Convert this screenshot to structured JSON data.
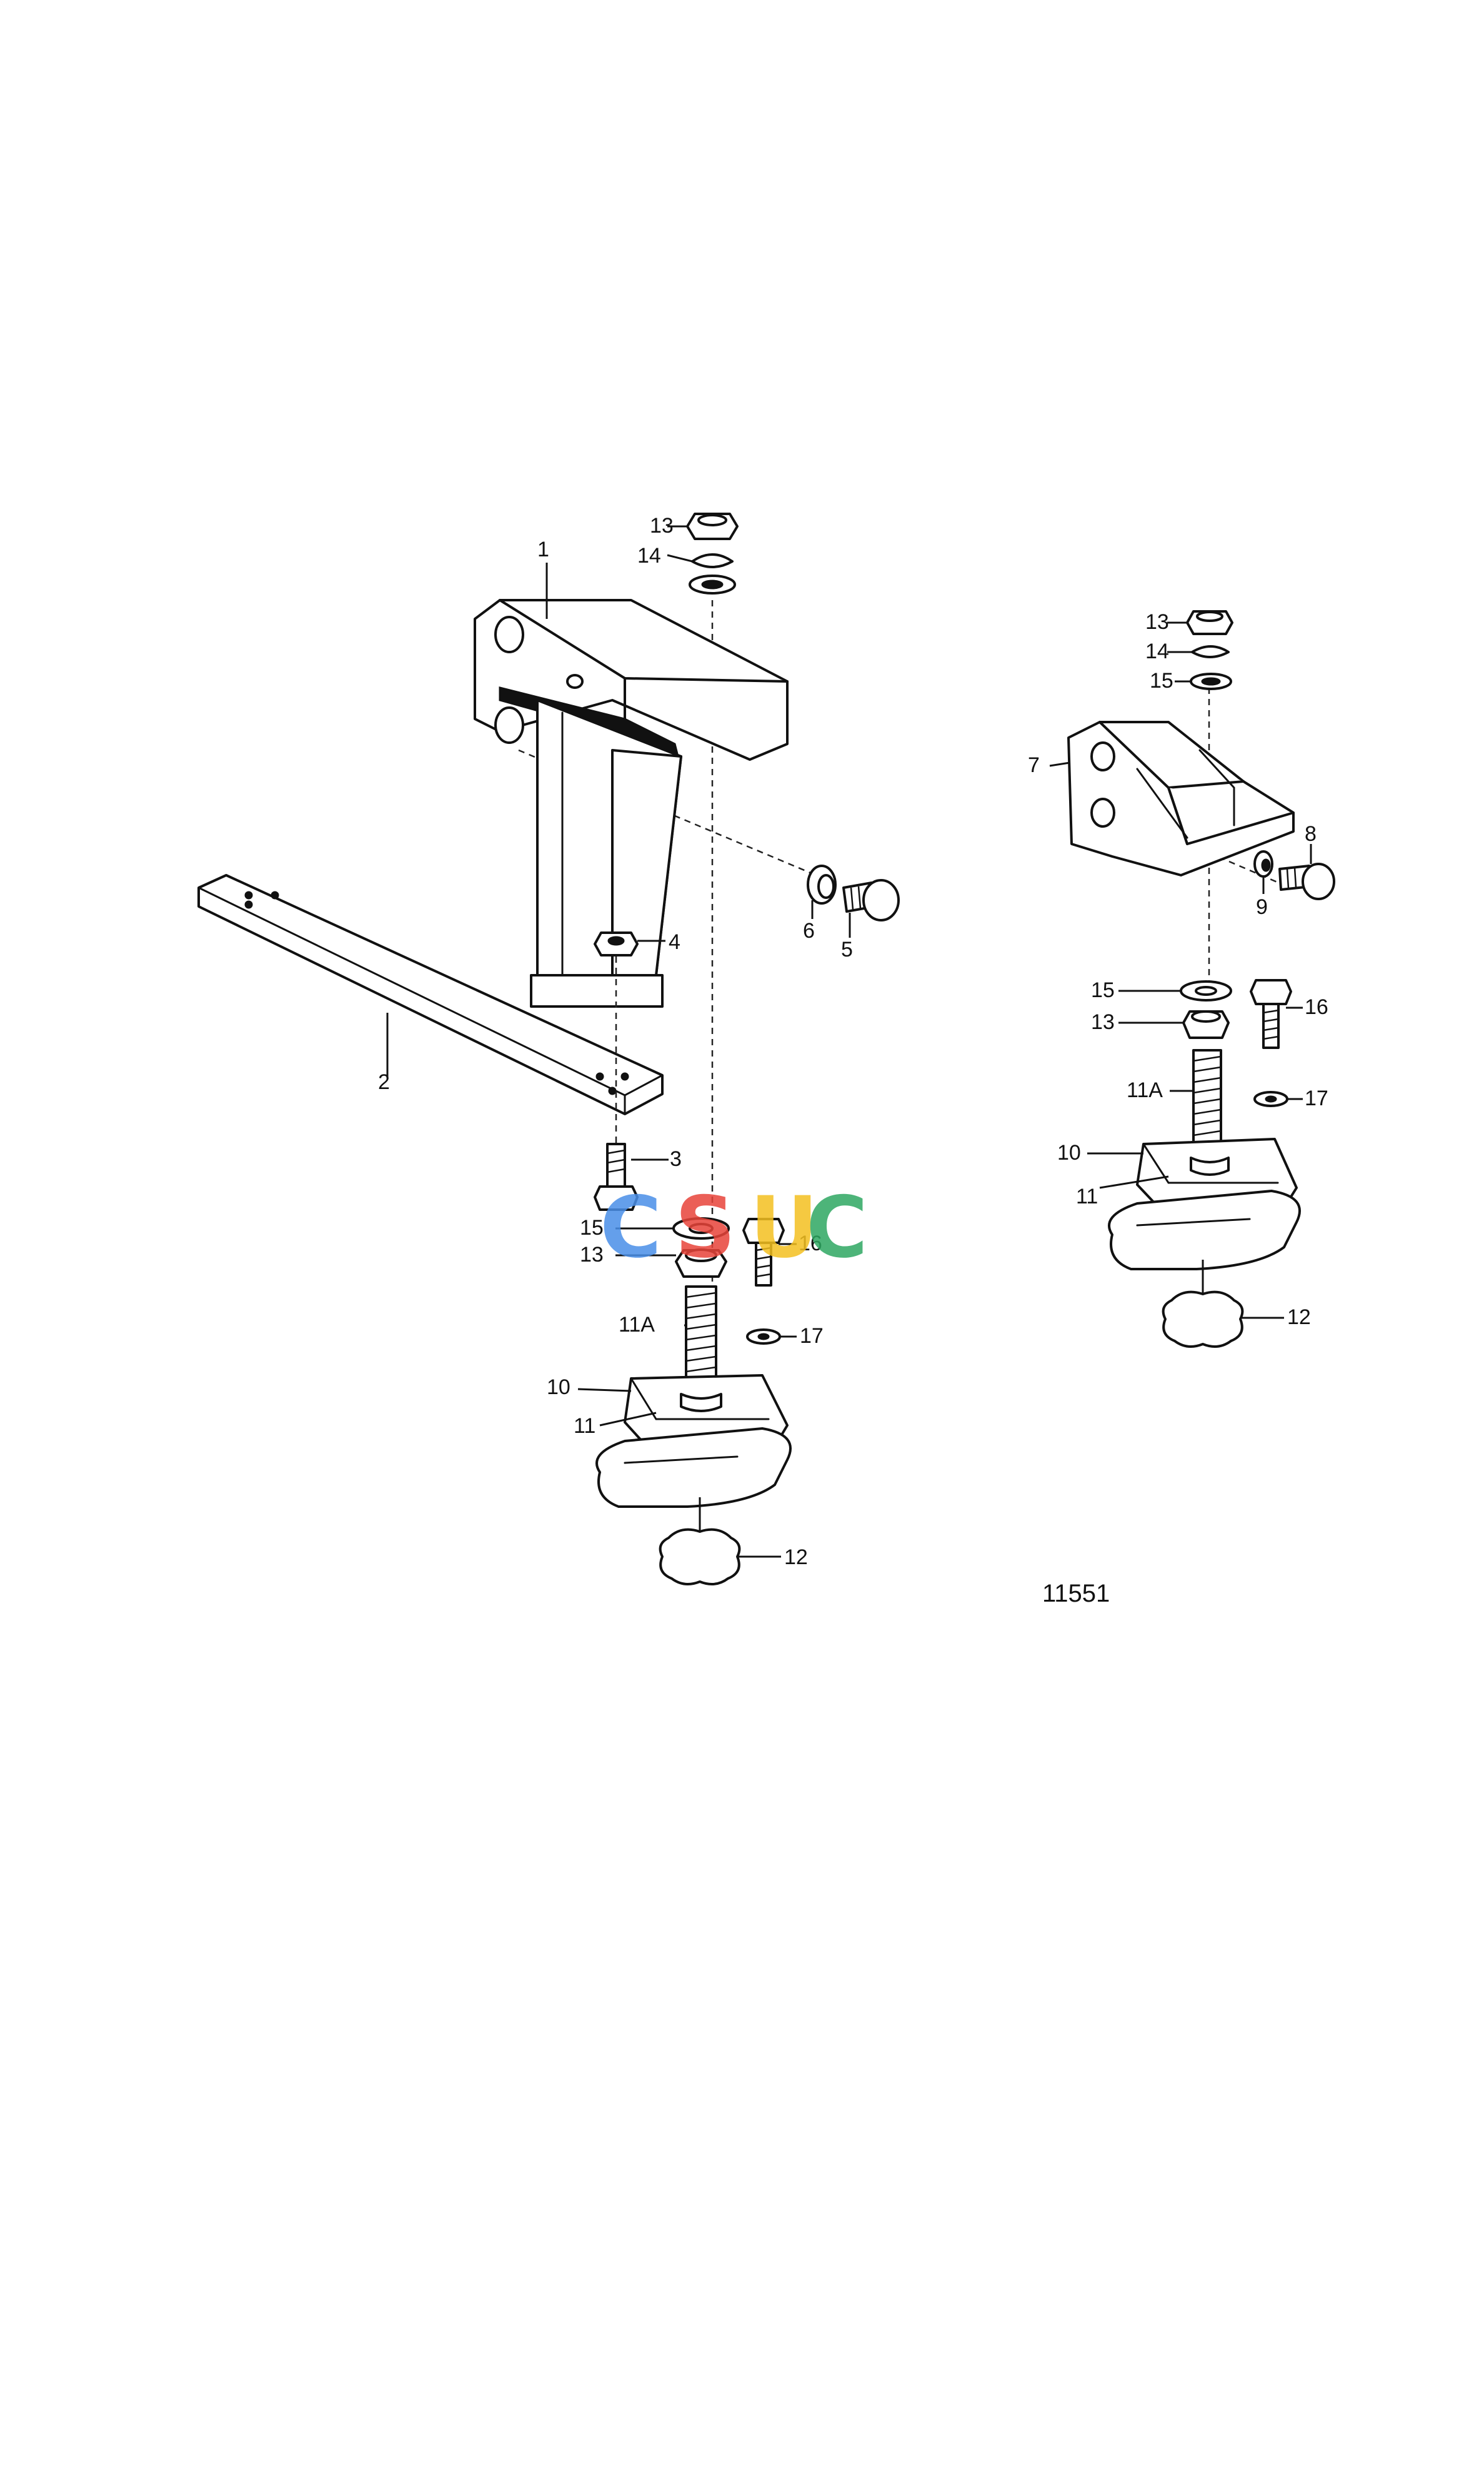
{
  "diagram": {
    "figure_number": "11551",
    "watermark": {
      "letters": [
        "C",
        "S",
        "U",
        "C"
      ],
      "colors": [
        "#4a8fe8",
        "#e8443a",
        "#f4c020",
        "#2ea862"
      ]
    },
    "left_assembly": {
      "callouts": [
        "1",
        "2",
        "3",
        "4",
        "5",
        "6",
        "10",
        "11",
        "11A",
        "12",
        "13",
        "13",
        "14",
        "15",
        "16",
        "17"
      ]
    },
    "right_assembly": {
      "callouts": [
        "7",
        "8",
        "9",
        "10",
        "11",
        "11A",
        "12",
        "13",
        "13",
        "14",
        "15",
        "15",
        "16",
        "17"
      ]
    }
  }
}
